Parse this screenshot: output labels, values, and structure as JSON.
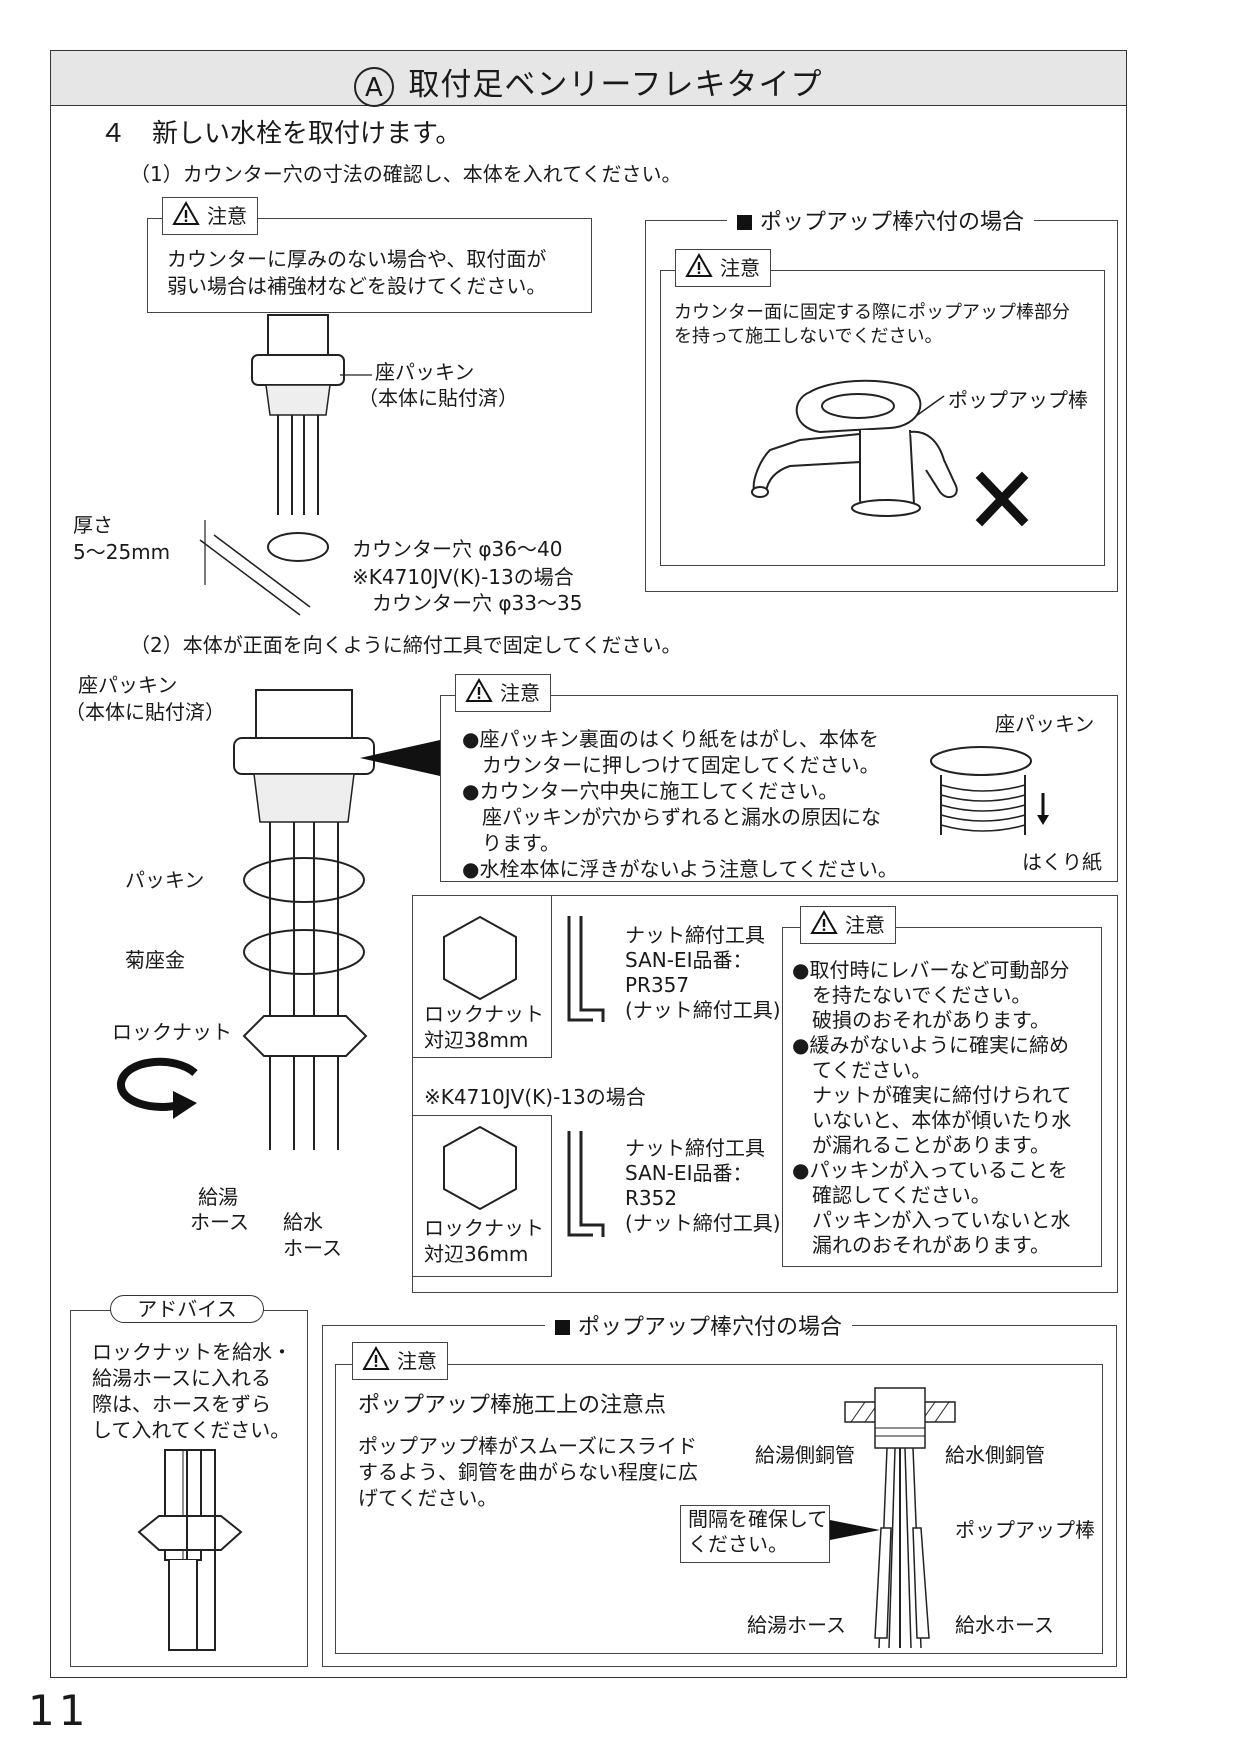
{
  "header": {
    "badge": "A",
    "title": "取付足ベンリーフレキタイプ"
  },
  "step4": {
    "title": "４　新しい水栓を取付けます。",
    "sub1": "（1）カウンター穴の寸法の確認し、本体を入れてください。",
    "sub2": "（2）本体が正面を向くように締付工具で固定してください。"
  },
  "warn_label": "注意",
  "caution1": {
    "lines": [
      "カウンターに厚みのない場合や、取付面が",
      "弱い場合は補強材などを設けてください。"
    ]
  },
  "popup1": {
    "header": "ポップアップ棒穴付の場合",
    "caution_lines": [
      "カウンター面に固定する際にポップアップ棒部分",
      "を持って施工しないでください。"
    ],
    "label_rod": "ポップアップ棒"
  },
  "fig1": {
    "seat_packing": "座パッキン",
    "seat_packing_note": "（本体に貼付済）",
    "thickness": "厚さ",
    "thickness_range": "5〜25mm",
    "hole": "カウンター穴 φ36〜40",
    "hole_alt1": "※K4710JV(K)-13の場合",
    "hole_alt2": "カウンター穴 φ33〜35"
  },
  "fig2": {
    "seat_packing": "座パッキン",
    "seat_packing_note": "（本体に貼付済）",
    "packing": "パッキン",
    "washer": "菊座金",
    "locknut": "ロックナット",
    "hot_hose_1": "給湯",
    "hot_hose_2": "ホース",
    "cold_hose_1": "給水",
    "cold_hose_2": "ホース"
  },
  "caution2": {
    "lines": [
      "●座パッキン裏面のはくり紙をはがし、本体を",
      "　カウンターに押しつけて固定してください。",
      "●カウンター穴中央に施工してください。",
      "　座パッキンが穴からずれると漏水の原因にな",
      "　ります。",
      "●水栓本体に浮きがないよう注意してください。"
    ],
    "label_seat": "座パッキン",
    "label_paper": "はくり紙"
  },
  "tools": {
    "tool1_lines": [
      "ナット締付工具",
      "SAN-EI品番：",
      "PR357",
      "(ナット締付工具)"
    ],
    "nut1_lines": [
      "ロックナット",
      "対辺38mm"
    ],
    "alt": "※K4710JV(K)-13の場合",
    "tool2_lines": [
      "ナット締付工具",
      "SAN-EI品番：",
      "R352",
      "(ナット締付工具)"
    ],
    "nut2_lines": [
      "ロックナット",
      "対辺36mm"
    ]
  },
  "caution3": {
    "lines": [
      "●取付時にレバーなど可動部分",
      "　を持たないでください。",
      "　破損のおそれがあります。",
      "●緩みがないように確実に締め",
      "　てください。",
      "　ナットが確実に締付けられて",
      "　いないと、本体が傾いたり水",
      "　が漏れることがあります。",
      "●パッキンが入っていることを",
      "　確認してください。",
      "　パッキンが入っていないと水",
      "　漏れのおそれがあります。"
    ]
  },
  "advice": {
    "label": "アドバイス",
    "lines": [
      "ロックナットを給水・",
      "給湯ホースに入れる",
      "際は、ホースをずら",
      "して入れてください。"
    ]
  },
  "popup2": {
    "header": "ポップアップ棒穴付の場合",
    "title": "ポップアップ棒施工上の注意点",
    "lines": [
      "ポップアップ棒がスムーズにスライド",
      "するよう、銅管を曲がらない程度に広",
      "げてください。"
    ],
    "gap_lines": [
      "間隔を確保して",
      "ください。"
    ],
    "hot_pipe": "給湯側銅管",
    "cold_pipe": "給水側銅管",
    "rod": "ポップアップ棒",
    "hot_hose": "給湯ホース",
    "cold_hose": "給水ホース"
  },
  "page_number": "11"
}
